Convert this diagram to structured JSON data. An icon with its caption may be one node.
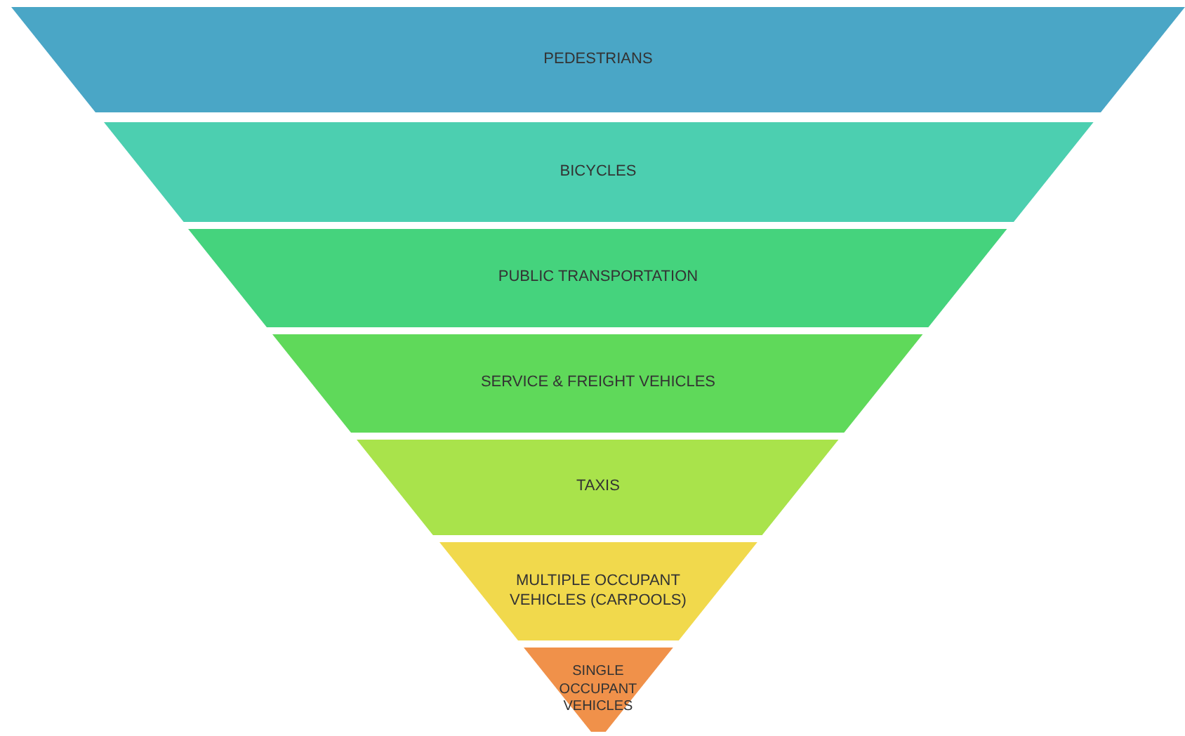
{
  "diagram": {
    "nodes": [
      {
        "text": [
          "PEDESTRIANS"
        ]
      },
      {
        "text": [
          "BICYCLES"
        ]
      },
      {
        "text": [
          "PUBLIC TRANSPORTATION"
        ]
      },
      {
        "text": [
          "SERVICE & FREIGHT VEHICLES"
        ]
      },
      {
        "text": [
          "TAXIS"
        ]
      },
      {
        "text": [
          "MULTIPLE OCCUPANT VEHICLES (CARPOOLS)"
        ]
      },
      {
        "text": [
          "SINGLE OCCUPANT VEHICLES"
        ]
      }
    ]
  }
}
